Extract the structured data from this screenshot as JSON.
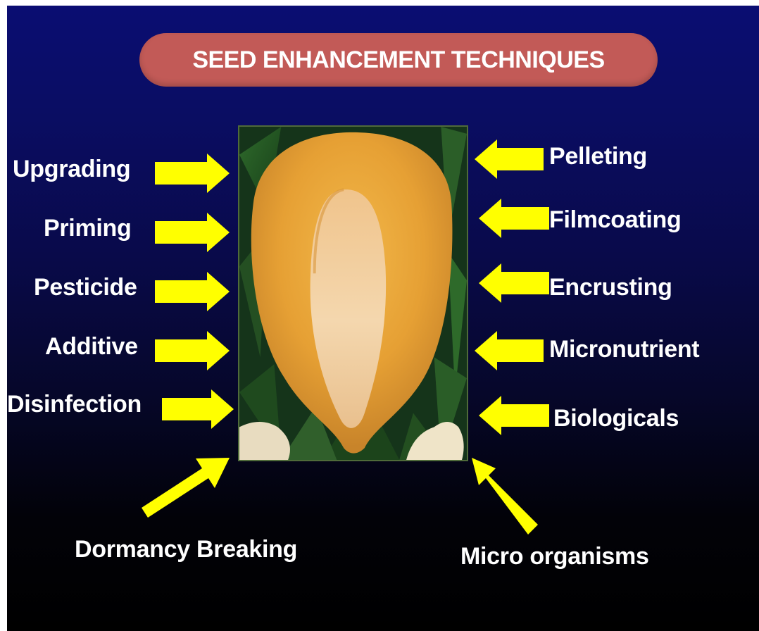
{
  "title": "SEED ENHANCEMENT TECHNIQUES",
  "left_labels": [
    "Upgrading",
    "Priming",
    "Pesticide",
    "Additive",
    "Disinfection"
  ],
  "right_labels": [
    "Pelleting",
    "Filmcoating",
    "Encrusting",
    "Micronutrient",
    "Biologicals"
  ],
  "bottom_labels": {
    "left": "Dormancy Breaking",
    "right": "Micro organisms"
  },
  "colors": {
    "background_top": "#0a0d72",
    "background_bottom": "#000000",
    "title_pill": "#c25a57",
    "arrow": "#ffff00",
    "text": "#ffffff",
    "seed": "#e8a63a"
  }
}
